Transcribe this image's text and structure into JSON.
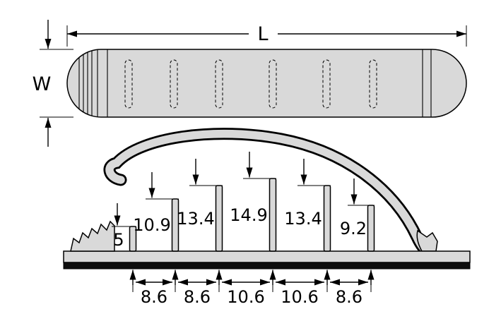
{
  "diagram": {
    "views": {
      "top": {
        "length_label": "L",
        "width_label": "W"
      },
      "section": {
        "fin_heights": [
          "5",
          "10.9",
          "13.4",
          "14.9",
          "13.4",
          "9.2"
        ],
        "fin_spacings": [
          "8.6",
          "8.6",
          "10.6",
          "10.6",
          "8.6"
        ]
      }
    },
    "colors": {
      "body_fill": "#d9d9d9",
      "outline": "#000000",
      "tape": "#0e0e0e",
      "background": "#ffffff"
    }
  }
}
